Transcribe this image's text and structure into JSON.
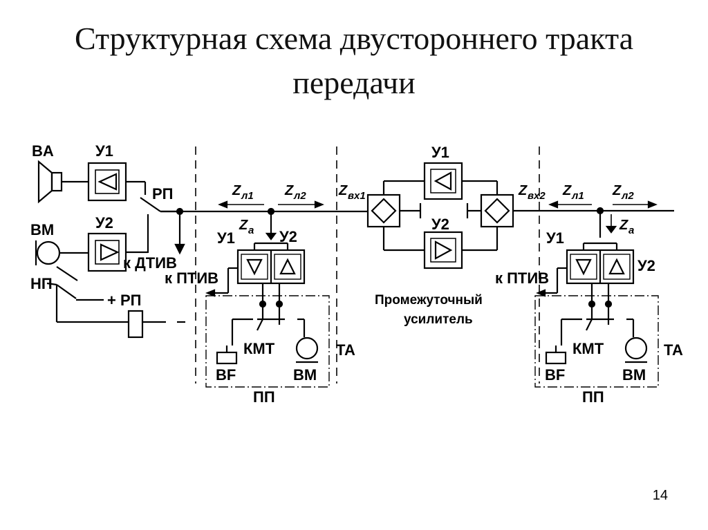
{
  "title": {
    "line1": "Структурная схема двустороннего тракта",
    "line2": "передачи"
  },
  "page_number": "14",
  "labels": {
    "ba": "BA",
    "u1": "У1",
    "u2": "У2",
    "rp": "РП",
    "bm": "BM",
    "np": "НП",
    "k_dtiv": "к ДТИВ",
    "k_ptiv": "к ПТИВ",
    "plus_rp": "+ РП",
    "z": "Z",
    "sub_l1": "л1",
    "sub_l2": "л2",
    "sub_a": "a",
    "sub_vx1": "вх1",
    "sub_vx2": "вх2",
    "kmt": "КМТ",
    "ta": "ТА",
    "bf": "BF",
    "pp": "ПП",
    "repeater_line1": "Промежуточный",
    "repeater_line2": "усилитель"
  }
}
